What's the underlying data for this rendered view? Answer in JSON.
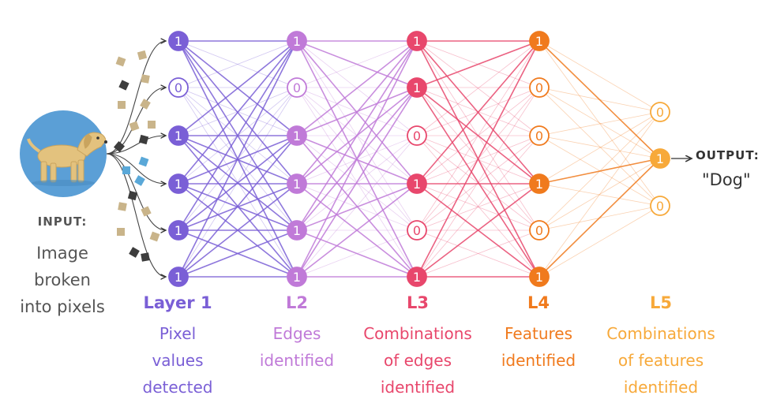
{
  "input": {
    "heading": "INPUT:",
    "description_lines": [
      "Image",
      "broken",
      "into pixels"
    ]
  },
  "output": {
    "heading": "OUTPUT:",
    "value": "\"Dog\""
  },
  "layers": [
    {
      "title": "Layer 1",
      "description_lines": [
        "Pixel",
        "values",
        "detected"
      ],
      "color": "#7a5fd6",
      "nodes": [
        "1",
        "0",
        "1",
        "1",
        "1",
        "1"
      ]
    },
    {
      "title": "L2",
      "description_lines": [
        "Edges",
        "identified"
      ],
      "color": "#c07ad8",
      "nodes": [
        "1",
        "0",
        "1",
        "1",
        "1",
        "1"
      ]
    },
    {
      "title": "L3",
      "description_lines": [
        "Combinations",
        "of edges",
        "identified"
      ],
      "color": "#e8476c",
      "nodes": [
        "1",
        "1",
        "0",
        "1",
        "0",
        "1"
      ]
    },
    {
      "title": "L4",
      "description_lines": [
        "Features",
        "identified"
      ],
      "color": "#f07a1d",
      "nodes": [
        "1",
        "0",
        "0",
        "1",
        "0",
        "1"
      ]
    },
    {
      "title": "L5",
      "description_lines": [
        "Combinations",
        "of features",
        "identified"
      ],
      "color": "#f7a93a",
      "nodes": [
        "0",
        "1",
        "0"
      ]
    }
  ],
  "colors": {
    "dog_circle": "#5b9fd6",
    "pixel_tan": "#c9b48a",
    "pixel_dark": "#3d3d3d",
    "pixel_blue": "#5aa8d8"
  }
}
